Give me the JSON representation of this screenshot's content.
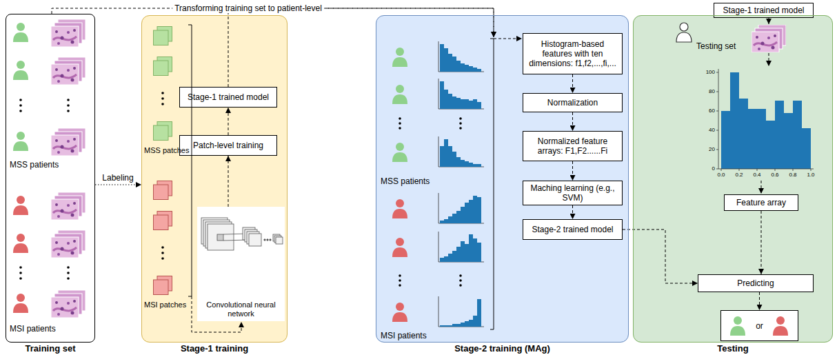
{
  "diagram": {
    "nodes": [
      {
        "text": [
          "Training set"
        ]
      },
      {
        "text": [
          "Stage-1 training"
        ]
      },
      {
        "text": [
          "Stage-1 trained model"
        ],
        "in": 1
      },
      {
        "text": [
          "Patch-level training"
        ],
        "in": 1
      },
      {
        "text": [
          "Convolutional neural network"
        ],
        "in": 1
      },
      {
        "text": [
          "Stage-2 training (MAg)"
        ]
      },
      {
        "text": [
          "Histogram-based features with ten dimensions: f1,f2,...,fi,..."
        ],
        "in": 5
      },
      {
        "text": [
          "Normalization"
        ],
        "in": 5
      },
      {
        "text": [
          "Normalized feature arrays: F1,F2......Fi"
        ],
        "in": 5
      },
      {
        "text": [
          "Maching learning (e.g., SVM)"
        ],
        "in": 5
      },
      {
        "text": [
          "Stage-2 trained model"
        ],
        "in": 5
      },
      {
        "text": [
          "Stage-1 trained model"
        ]
      },
      {
        "text": [
          "Testing"
        ]
      },
      {
        "text": [
          "Feature array"
        ],
        "in": 12
      },
      {
        "text": [
          "Predicting"
        ],
        "in": 12
      },
      {
        "text": [
          "or"
        ],
        "in": 12
      }
    ],
    "edges": [
      {
        "from": 0,
        "to": 5,
        "label": "Transforming training set to patient-level",
        "arrow": "to"
      },
      {
        "from": 2,
        "to": 5,
        "arrow": "to"
      },
      {
        "from": 0,
        "to": 1,
        "label": "Labeling",
        "arrow": "to"
      },
      {
        "from": 4,
        "to": 3,
        "arrow": "to"
      },
      {
        "from": 3,
        "to": 2,
        "arrow": "to"
      },
      {
        "from": 6,
        "to": 7,
        "arrow": "to"
      },
      {
        "from": 7,
        "to": 8,
        "arrow": "to"
      },
      {
        "from": 8,
        "to": 9,
        "arrow": "to"
      },
      {
        "from": 9,
        "to": 10,
        "arrow": "to"
      },
      {
        "from": 10,
        "to": 14,
        "arrow": "to"
      },
      {
        "from": 11,
        "to": 12,
        "arrow": "to"
      },
      {
        "from": 13,
        "to": 14,
        "arrow": "to"
      },
      {
        "from": 14,
        "to": 15,
        "arrow": "to"
      }
    ],
    "labels": [
      "MSS patients",
      "MSI patients",
      "MSS patches",
      "MSI patches",
      "MSS patients",
      "MSI patients",
      "Testing set",
      "100",
      "80",
      "60",
      "40",
      "20",
      "0",
      "0.0",
      "0.2",
      "0.4",
      "0.6",
      "0.8",
      "1.0"
    ]
  }
}
